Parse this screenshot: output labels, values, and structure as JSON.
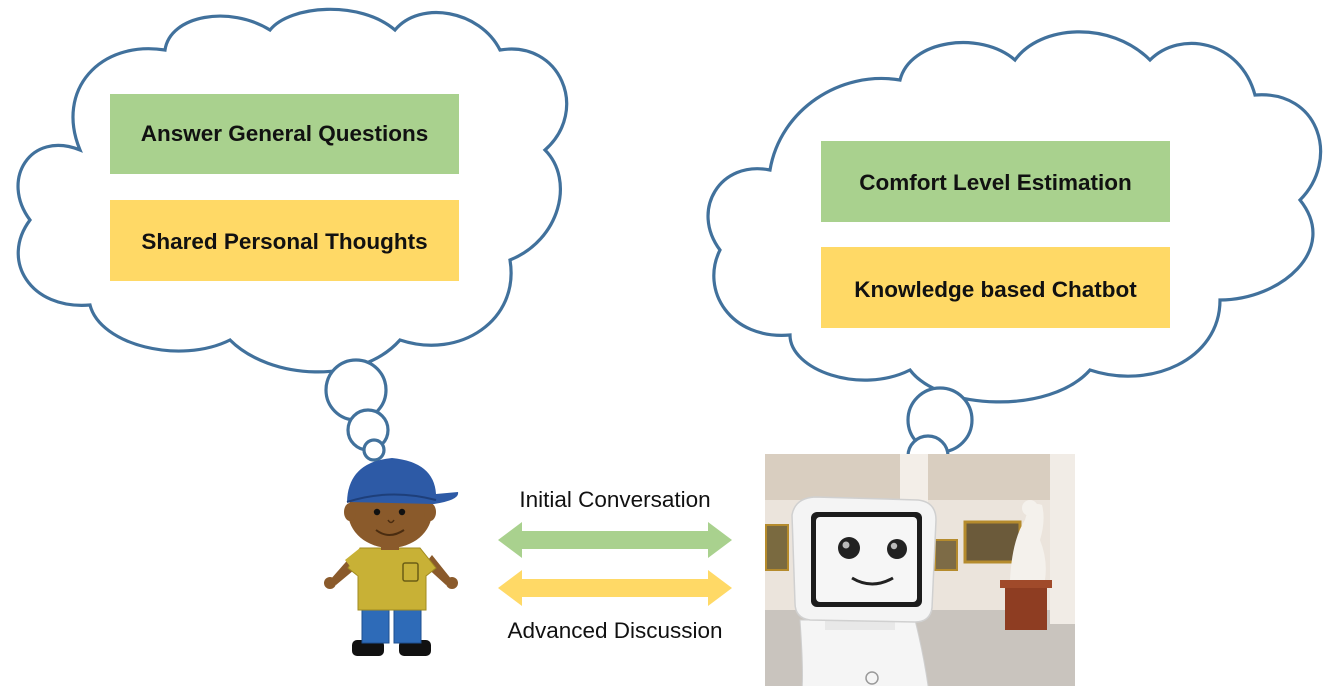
{
  "left_cloud": {
    "items": [
      {
        "label": "Answer General Questions",
        "color": "#a9d18e"
      },
      {
        "label": "Shared Personal Thoughts",
        "color": "#ffd966"
      }
    ]
  },
  "right_cloud": {
    "items": [
      {
        "label": "Comfort Level Estimation",
        "color": "#a9d18e"
      },
      {
        "label": "Knowledge based Chatbot",
        "color": "#ffd966"
      }
    ]
  },
  "arrows": {
    "top": {
      "label": "Initial Conversation",
      "color": "#a9d18e"
    },
    "bottom": {
      "label": "Advanced Discussion",
      "color": "#ffd966"
    }
  },
  "colors": {
    "outline": "#41719c",
    "green": "#a9d18e",
    "yellow": "#ffd966"
  },
  "icons": {
    "person": "child-cartoon-icon",
    "robot": "robot-photo"
  }
}
